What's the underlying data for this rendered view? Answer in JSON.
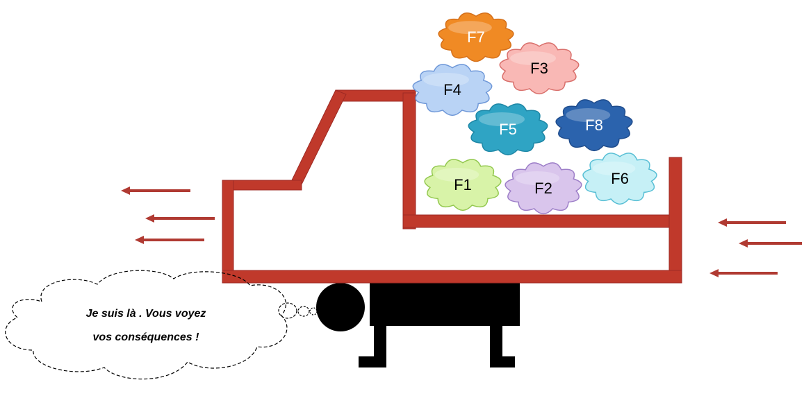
{
  "colors": {
    "truck": "#c0392b",
    "truck_edge": "#9e2a24",
    "arrow": "#b03a32",
    "person": "#000000",
    "bubble_outline": "#000000"
  },
  "clouds": [
    {
      "label": "F7",
      "fill": "#f08a24",
      "stroke": "#d5701a",
      "text_color": "#ffffff"
    },
    {
      "label": "F3",
      "fill": "#f9b8b5",
      "stroke": "#d9706c",
      "text_color": "#000000"
    },
    {
      "label": "F4",
      "fill": "#b9d3f5",
      "stroke": "#6f98d8",
      "text_color": "#000000"
    },
    {
      "label": "F5",
      "fill": "#2fa4c4",
      "stroke": "#1e87a6",
      "text_color": "#ffffff"
    },
    {
      "label": "F8",
      "fill": "#2b63ad",
      "stroke": "#1f4c8c",
      "text_color": "#ffffff"
    },
    {
      "label": "F1",
      "fill": "#d8f3a8",
      "stroke": "#93c84f",
      "text_color": "#000000"
    },
    {
      "label": "F2",
      "fill": "#d9c5ec",
      "stroke": "#9d7ec8",
      "text_color": "#000000"
    },
    {
      "label": "F6",
      "fill": "#c6f0f6",
      "stroke": "#58bfd5",
      "text_color": "#000000"
    }
  ],
  "thought_bubble": {
    "line1": "Je suis là . Vous voyez",
    "line2": "vos conséquences !"
  },
  "icons": {
    "motion_arrows": "left-arrow",
    "figure": "person-under-truck"
  }
}
